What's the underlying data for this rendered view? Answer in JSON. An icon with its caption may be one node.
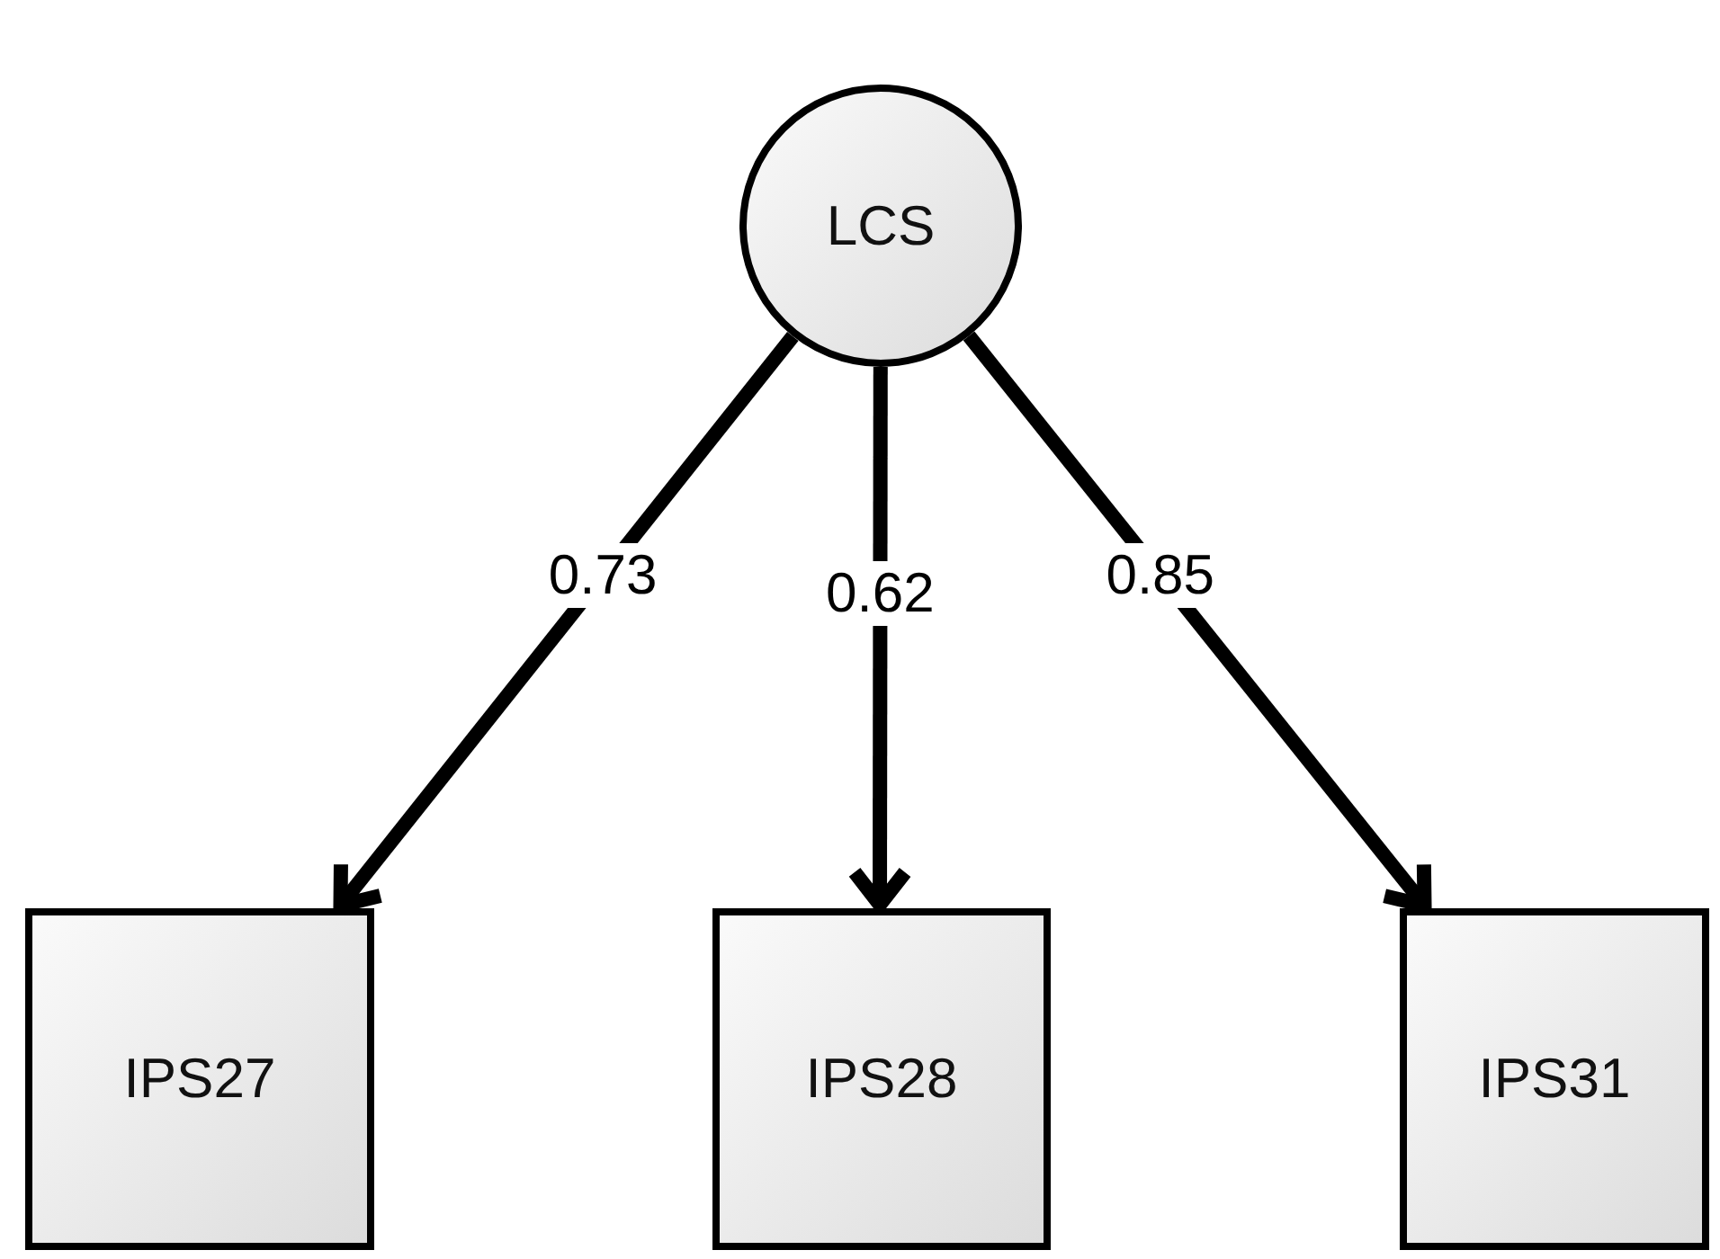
{
  "diagram": {
    "nodes": [
      {
        "text": [
          "LCS"
        ]
      },
      {
        "text": [
          "IPS27"
        ]
      },
      {
        "text": [
          "IPS28"
        ]
      },
      {
        "text": [
          "IPS31"
        ]
      }
    ],
    "edges": [
      {
        "from": 0,
        "to": 1,
        "arrow": "to",
        "label": "0.73"
      },
      {
        "from": 0,
        "to": 2,
        "arrow": "to",
        "label": "0.62"
      },
      {
        "from": 0,
        "to": 3,
        "arrow": "to",
        "label": "0.85"
      }
    ]
  }
}
